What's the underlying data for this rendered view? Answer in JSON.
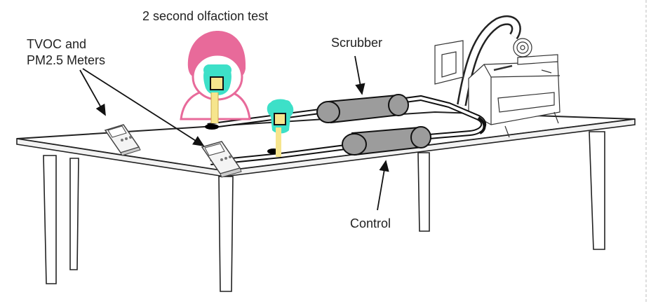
{
  "labels": {
    "olfaction_test": "2 second olfaction test",
    "tvoc_line1": "TVOC and",
    "tvoc_line2": "PM2.5 Meters",
    "scrubber": "Scrubber",
    "control": "Control"
  },
  "colors": {
    "hair": "#e86a9a",
    "face_mask": "#3de0c8",
    "mask_window": "#f6e58d",
    "tube_fill": "#9c9c9c",
    "line": "#111111"
  },
  "icons": {
    "person": "person-with-mask-icon",
    "small_mask": "mask-sampler-icon",
    "meter": "air-quality-meter-icon",
    "machine": "diesel-engine-icon"
  }
}
